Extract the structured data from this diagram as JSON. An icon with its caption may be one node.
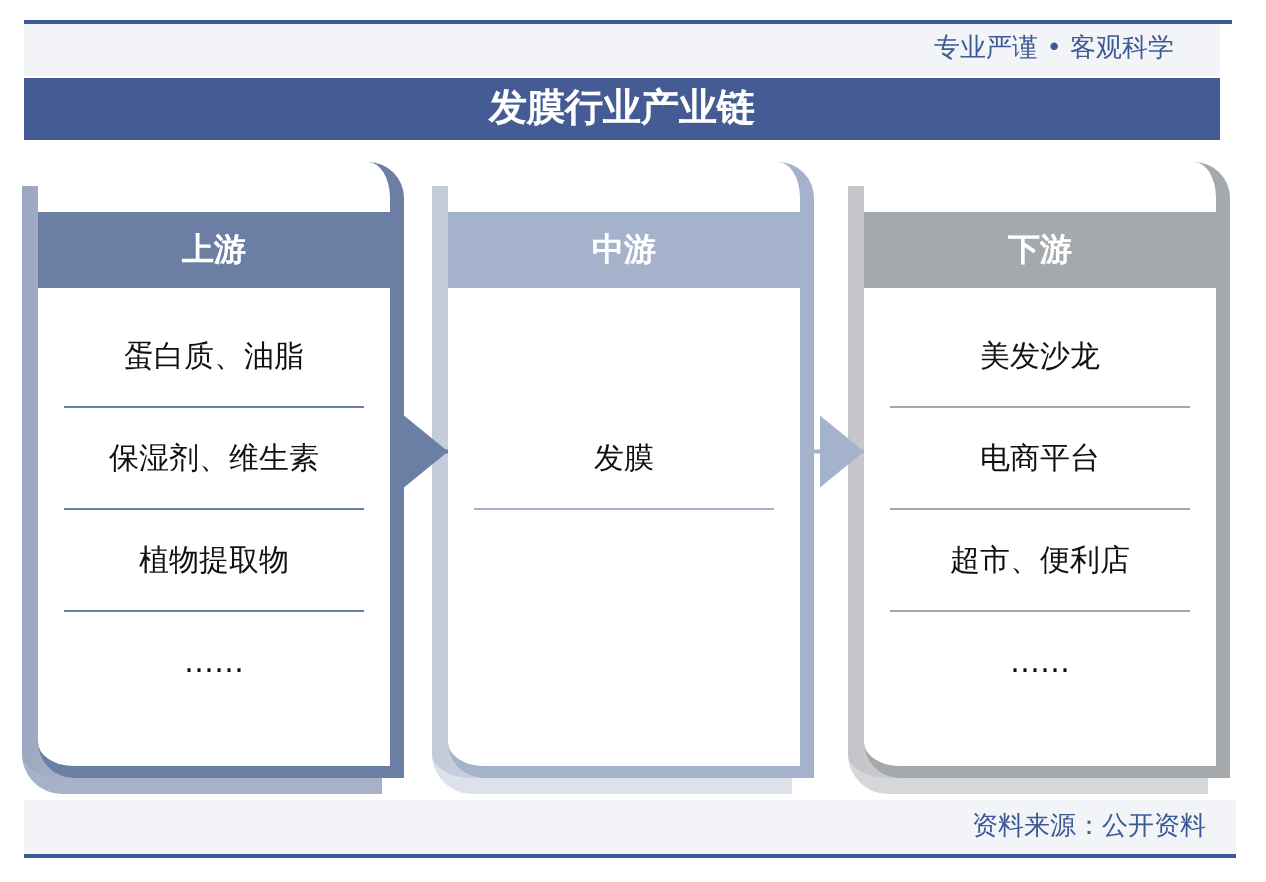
{
  "diagram": {
    "title": "发膜行业产业链",
    "nodes": [
      {
        "text": [
          "上游",
          "蛋白质、油脂",
          "保湿剂、维生素",
          "植物提取物",
          "……"
        ]
      },
      {
        "text": [
          "中游",
          "发膜"
        ]
      },
      {
        "text": [
          "下游",
          "美发沙龙",
          "电商平台",
          "超市、便利店",
          "……"
        ]
      }
    ],
    "edges": [
      {
        "from": 0,
        "to": 1,
        "arrow": "to",
        "color": "#6b7ea3"
      },
      {
        "from": 1,
        "to": 2,
        "arrow": "to",
        "color": "#a5b2cb"
      }
    ],
    "labels": [
      "专业严谨 • 客观科学",
      "资料来源：公开资料"
    ]
  }
}
